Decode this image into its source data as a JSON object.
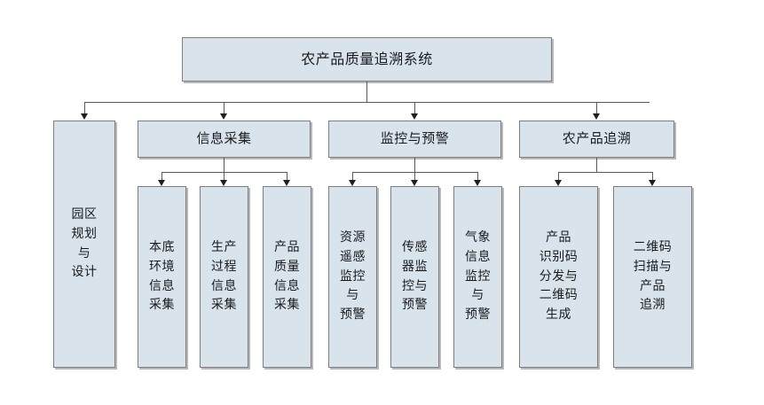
{
  "diagram": {
    "title": "农产品质量追溯系统",
    "type": "hierarchy-tree",
    "colors": {
      "node_fill": "#d8e3ec",
      "node_border": "#7d7d7d",
      "connector": "#595959",
      "text": "#1a1a1a",
      "background": "#ffffff"
    },
    "root": {
      "label": "农产品质量追溯系统"
    },
    "level2": [
      {
        "label": "园区\n规划\n与\n设计",
        "plain": "园区规划与设计"
      },
      {
        "label": "信息采集",
        "plain": "信息采集"
      },
      {
        "label": "监控与预警",
        "plain": "监控与预警"
      },
      {
        "label": "农产品追溯",
        "plain": "农产品追溯"
      }
    ],
    "leaves": {
      "info_collection": [
        {
          "label": "本底\n环境\n信息\n采集",
          "plain": "本底环境信息采集"
        },
        {
          "label": "生产\n过程\n信息\n采集",
          "plain": "生产过程信息采集"
        },
        {
          "label": "产品\n质量\n信息\n采集",
          "plain": "产品质量信息采集"
        }
      ],
      "monitoring_warning": [
        {
          "label": "资源\n遥感\n监控\n与\n预警",
          "plain": "资源遥感监控与预警"
        },
        {
          "label": "传感\n器监\n控与\n预警",
          "plain": "传感器监控与预警"
        },
        {
          "label": "气象\n信息\n监控\n与\n预警",
          "plain": "气象信息监控与预警"
        }
      ],
      "traceability": [
        {
          "label": "产品\n识别码\n分发与\n二维码\n生成",
          "plain": "产品识别码分发与二维码生成"
        },
        {
          "label": "二维码\n扫描与\n产品\n追溯",
          "plain": "二维码扫描与产品追溯"
        }
      ]
    }
  }
}
